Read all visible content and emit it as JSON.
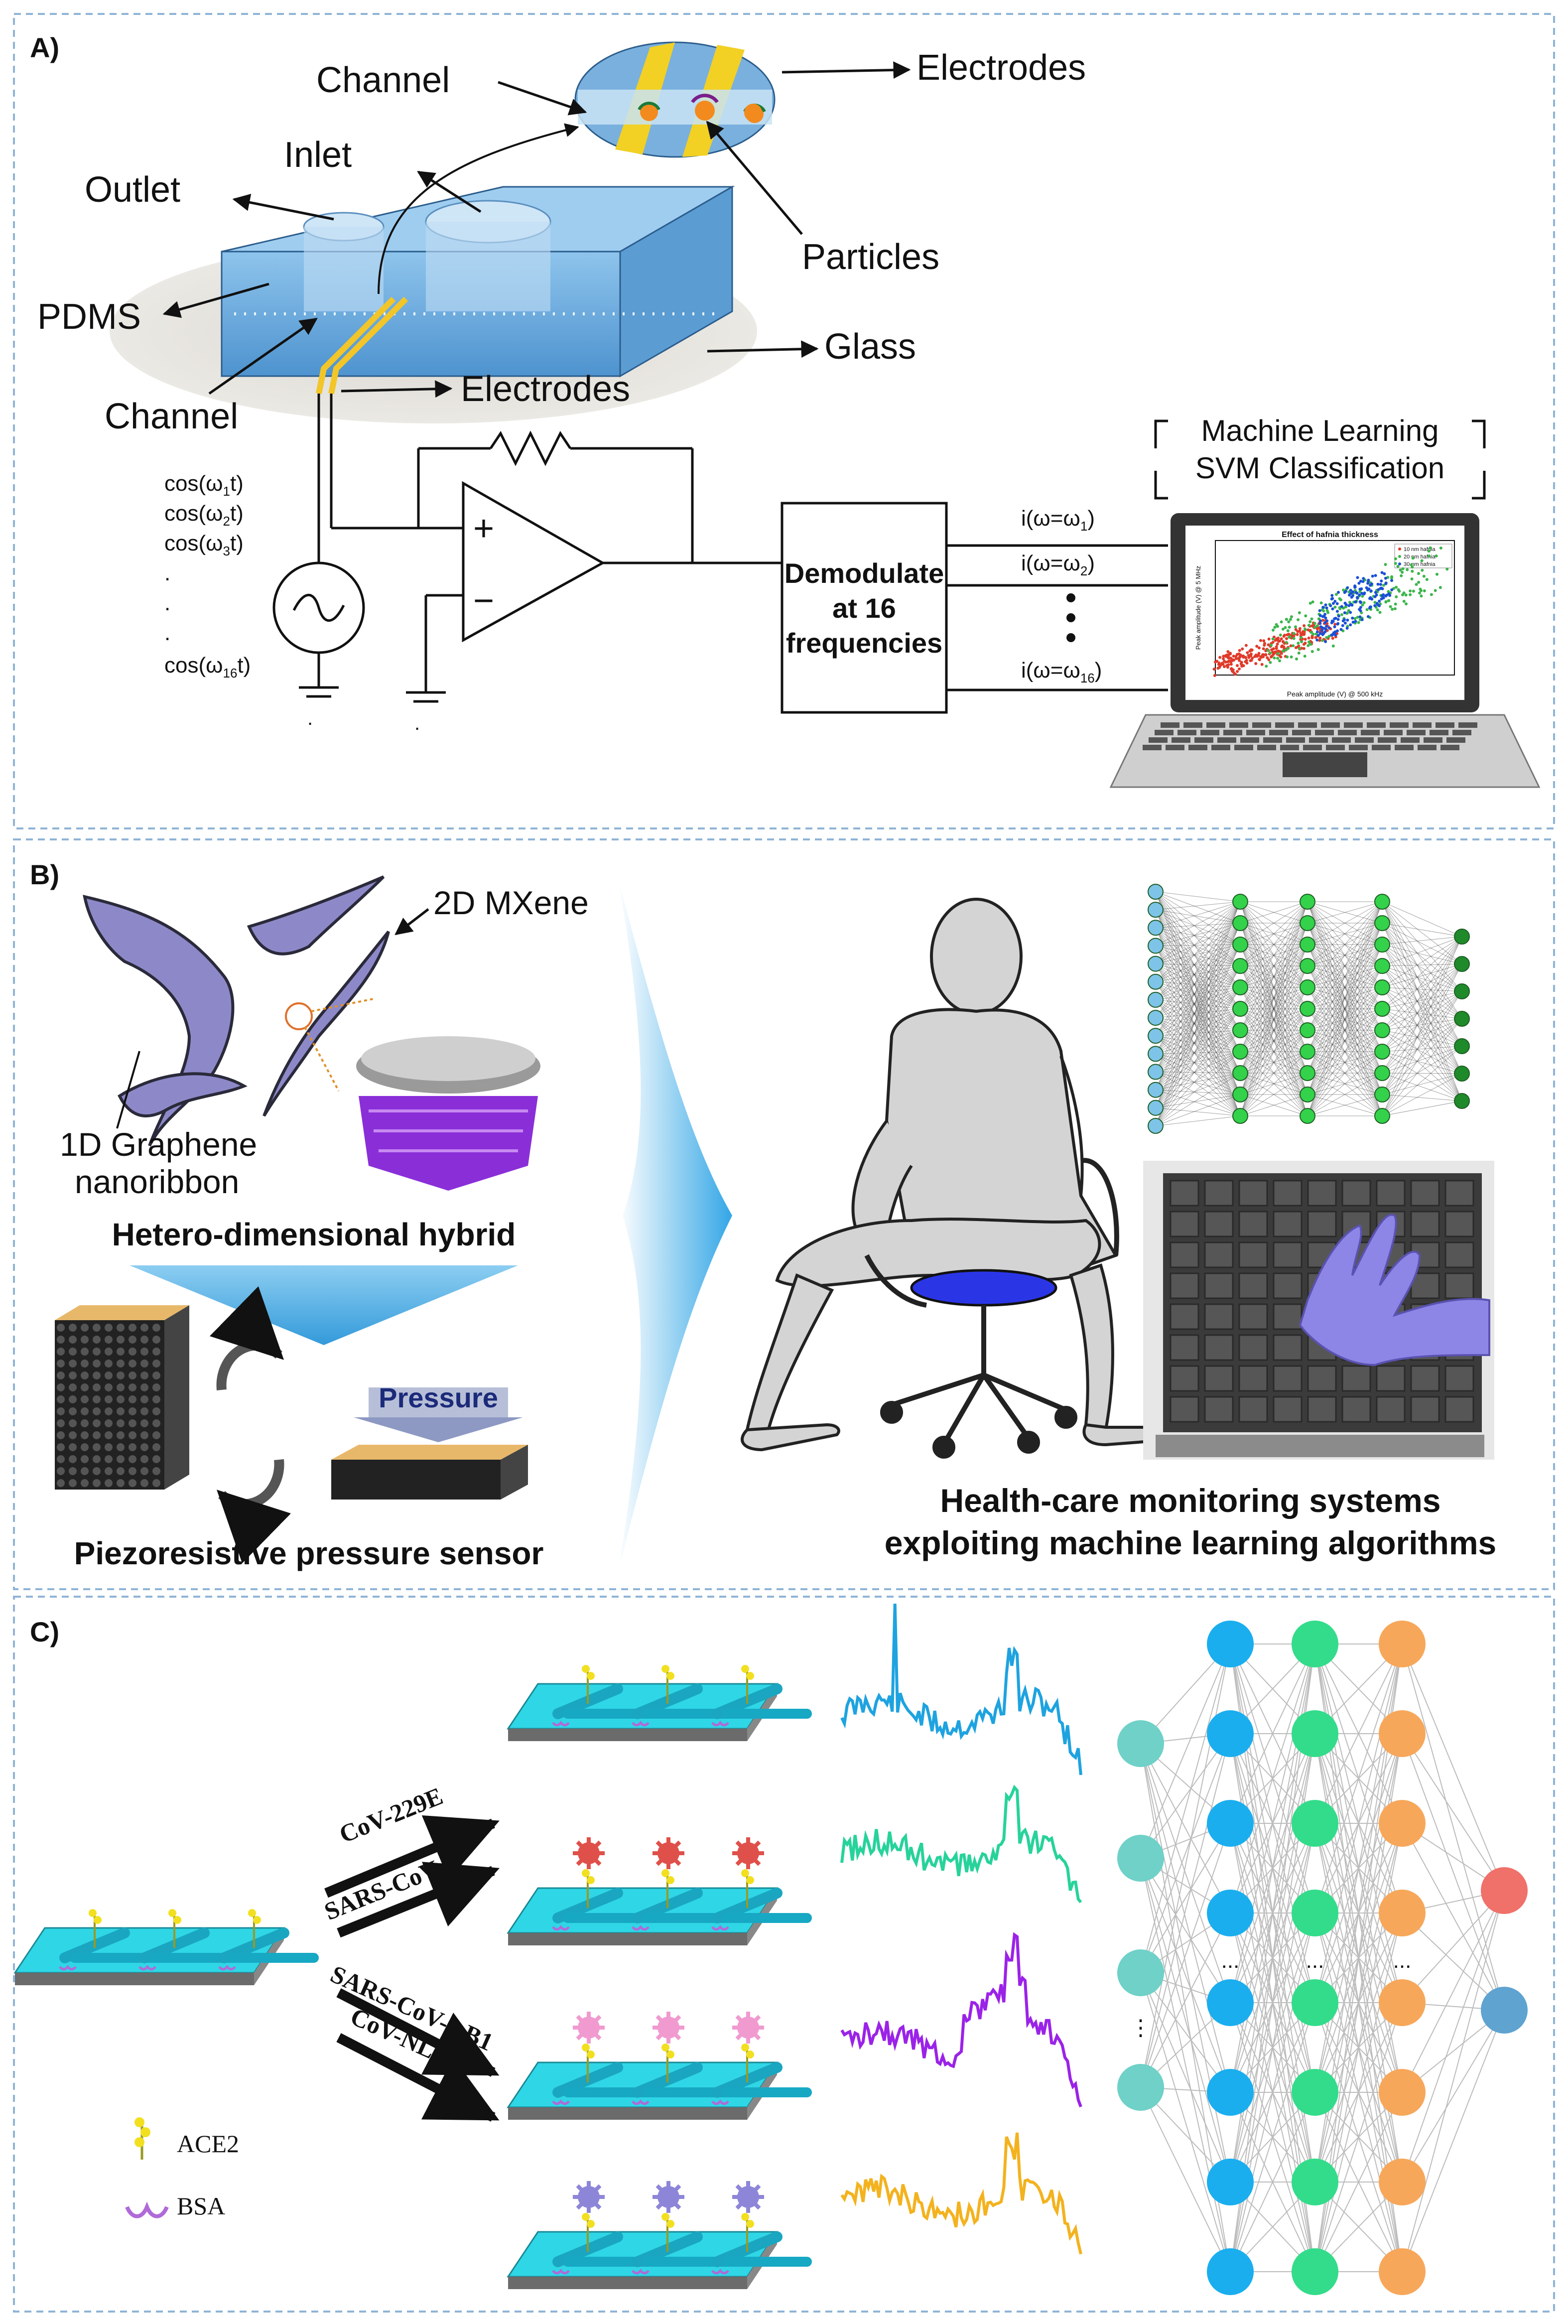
{
  "panel_a": {
    "label": "A)",
    "channel_top": "Channel",
    "electrodes_top": "Electrodes",
    "inlet": "Inlet",
    "outlet": "Outlet",
    "particles": "Particles",
    "pdms": "PDMS",
    "glass": "Glass",
    "channel_bottom": "Channel",
    "electrodes_bottom": "Electrodes",
    "signals": [
      "cos(ω",
      "cos(ω",
      "cos(ω",
      ".",
      ".",
      ".",
      "cos(ω"
    ],
    "signal_subs": [
      "1",
      "2",
      "3",
      "",
      "",
      "",
      "16"
    ],
    "signal_tail": "t)",
    "demod": [
      "Demodulate",
      "at 16",
      "frequencies"
    ],
    "currents": [
      "i(ω=ω",
      "i(ω=ω",
      "i(ω=ω"
    ],
    "current_subs": [
      "1",
      "2",
      "16"
    ],
    "current_tail": ")",
    "ml_line1": "Machine Learning",
    "ml_line2": "SVM Classification",
    "plot_title": "Effect of hafnia thickness",
    "plot_xlabel": "Peak amplitude (V) @ 500 kHz",
    "plot_ylabel": "Peak amplitude (V) @ 5 MHz",
    "plot_legend": [
      "10 nm hafnia",
      "20 nm hafnia",
      "30 nm hafnia"
    ]
  },
  "panel_b": {
    "label": "B)",
    "mxene": "2D MXene",
    "graphene1": "1D Graphene",
    "graphene2": "nanoribbon",
    "hybrid": "Hetero-dimensional hybrid",
    "pressure": "Pressure",
    "sensor": "Piezoresistive pressure sensor",
    "health1": "Health-care monitoring systems",
    "health2": "exploiting machine learning algorithms"
  },
  "panel_c": {
    "label": "C)",
    "arrows": [
      "CoV-229E",
      "SARS-CoV-2",
      "SARS-CoV-2 B1",
      "CoV-NL63"
    ],
    "ace2": "ACE2",
    "bsa": "BSA",
    "ellipsis": "...",
    "vdots": "⋮"
  },
  "colors": {
    "frame": "#8fb4d6",
    "spectra": [
      "#1ea3e0",
      "#27d39a",
      "#9b22e8",
      "#f3b21e"
    ],
    "nn_input": "#6fd1c8",
    "nn_h1": "#1aaeef",
    "nn_h2": "#33dc8a",
    "nn_h3": "#f7a75a",
    "nn_out": [
      "#f0706a",
      "#5fa3d0"
    ]
  }
}
